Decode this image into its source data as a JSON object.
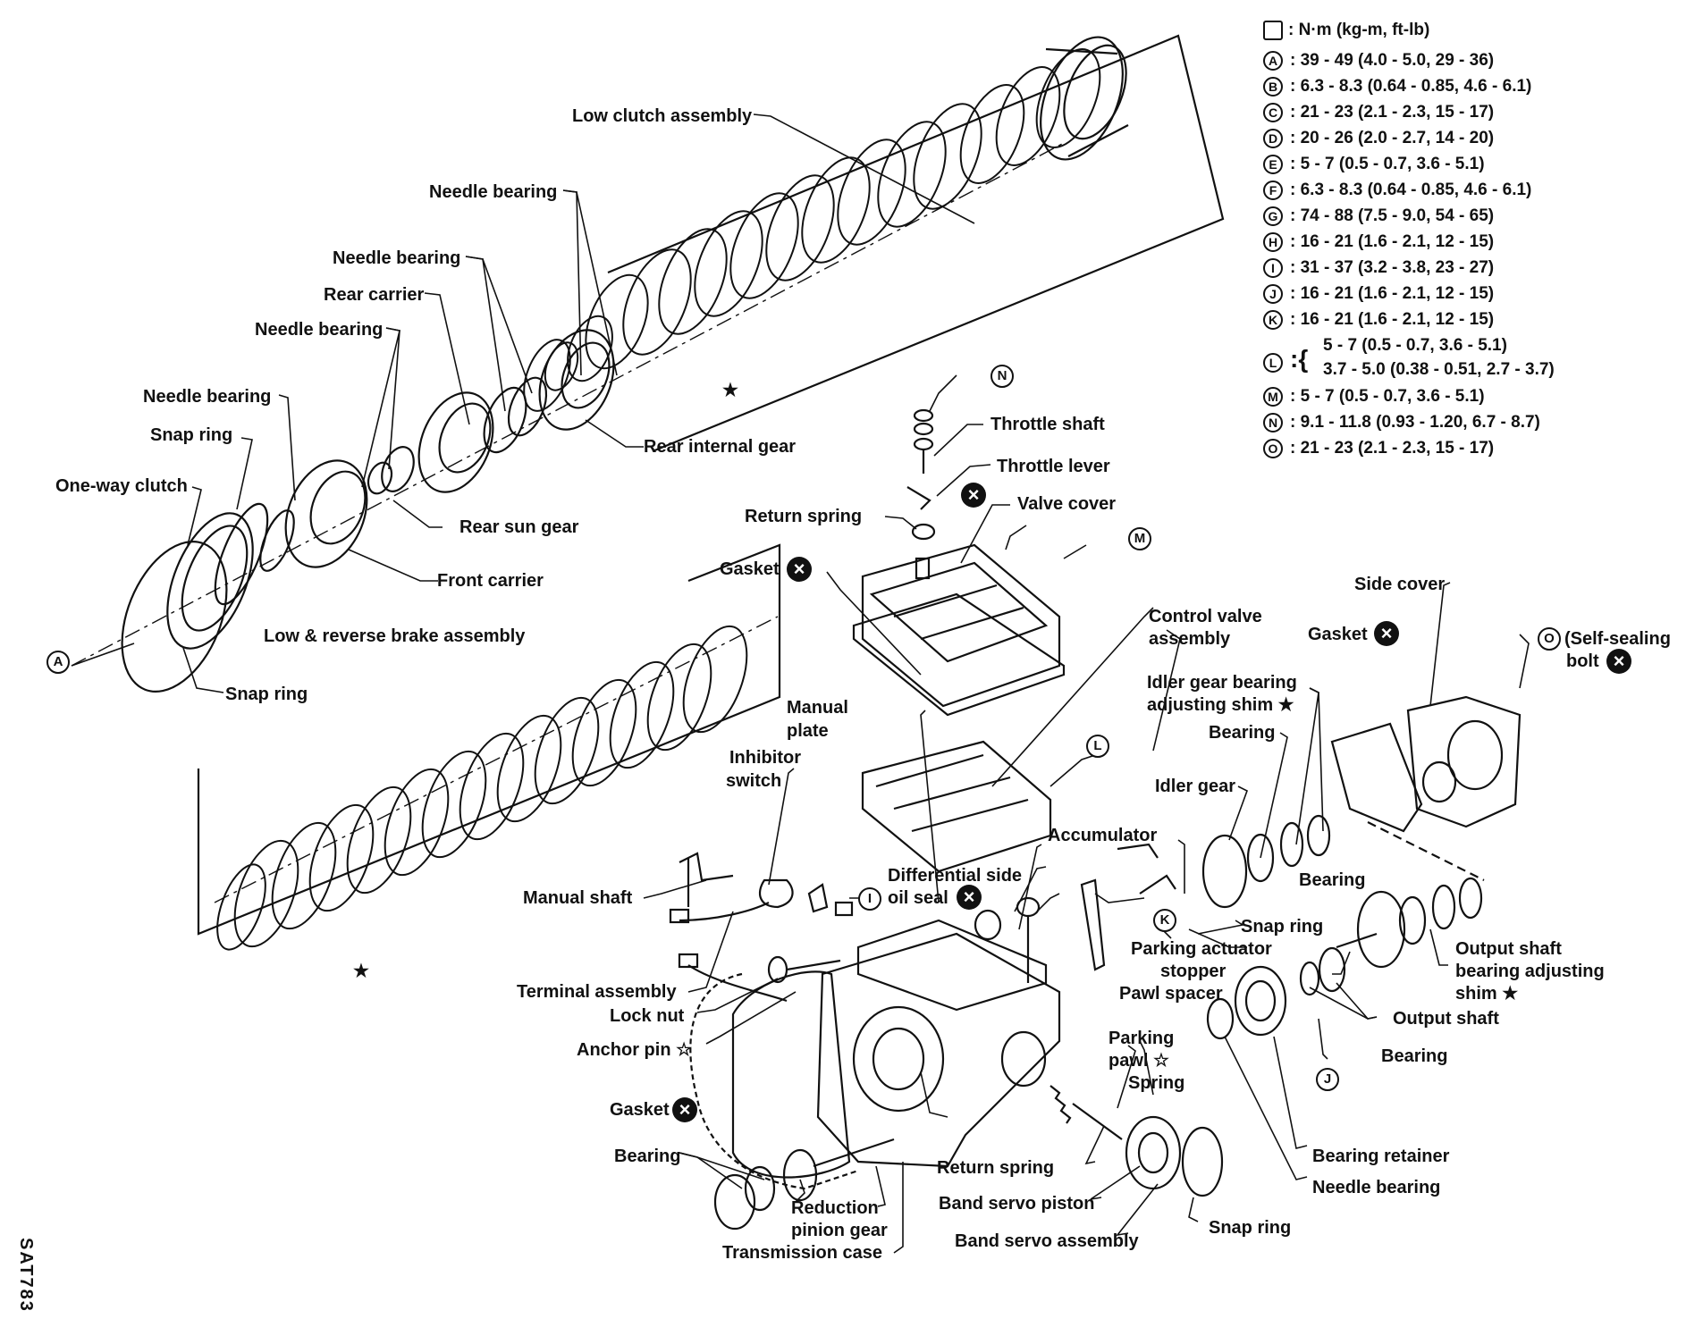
{
  "legend": {
    "unit_label": ": N·m (kg-m, ft-lb)",
    "items": [
      {
        "key": "A",
        "value": ": 39 - 49 (4.0 - 5.0, 29 - 36)"
      },
      {
        "key": "B",
        "value": ": 6.3 - 8.3 (0.64 - 0.85, 4.6 - 6.1)"
      },
      {
        "key": "C",
        "value": ": 21 - 23 (2.1 - 2.3, 15 - 17)"
      },
      {
        "key": "D",
        "value": ": 20 - 26 (2.0 - 2.7, 14 - 20)"
      },
      {
        "key": "E",
        "value": ": 5 - 7 (0.5 - 0.7, 3.6 - 5.1)"
      },
      {
        "key": "F",
        "value": ": 6.3 - 8.3 (0.64 - 0.85, 4.6 - 6.1)"
      },
      {
        "key": "G",
        "value": ": 74 - 88 (7.5 - 9.0, 54 - 65)"
      },
      {
        "key": "H",
        "value": ": 16 - 21 (1.6 - 2.1, 12 - 15)"
      },
      {
        "key": "I",
        "value": ": 31 - 37 (3.2 - 3.8, 23 - 27)"
      },
      {
        "key": "J",
        "value": ": 16 - 21 (1.6 - 2.1, 12 - 15)"
      },
      {
        "key": "K",
        "value": ": 16 - 21 (1.6 - 2.1, 12 - 15)"
      },
      {
        "key": "L",
        "value": "5 - 7 (0.5 - 0.7, 3.6 - 5.1)",
        "value2": "3.7 - 5.0 (0.38 - 0.51, 2.7 - 3.7)"
      },
      {
        "key": "M",
        "value": ": 5 - 7 (0.5 - 0.7, 3.6 - 5.1)"
      },
      {
        "key": "N",
        "value": ": 9.1 - 11.8 (0.93 - 1.20, 6.7 - 8.7)"
      },
      {
        "key": "O",
        "value": ": 21 - 23 (2.1 - 2.3, 15 - 17)"
      }
    ]
  },
  "labels": {
    "low_clutch_assembly": "Low clutch assembly",
    "needle_bearing_1": "Needle bearing",
    "needle_bearing_2": "Needle bearing",
    "rear_carrier": "Rear carrier",
    "needle_bearing_3": "Needle bearing",
    "needle_bearing_4": "Needle bearing",
    "snap_ring_1": "Snap ring",
    "one_way_clutch": "One-way clutch",
    "rear_internal_gear": "Rear internal gear",
    "rear_sun_gear": "Rear sun gear",
    "front_carrier": "Front carrier",
    "low_reverse_brake": "Low & reverse brake assembly",
    "snap_ring_2": "Snap ring",
    "throttle_shaft": "Throttle shaft",
    "throttle_lever": "Throttle lever",
    "return_spring_1": "Return spring",
    "valve_cover": "Valve cover",
    "gasket_1": "Gasket",
    "control_valve_1": "Control valve",
    "control_valve_2": "assembly",
    "side_cover": "Side cover",
    "gasket_2": "Gasket",
    "self_sealing_1": "(Self-sealing",
    "self_sealing_2": "bolt",
    "idler_shim_1": "Idler gear bearing",
    "idler_shim_2": "adjusting shim ★",
    "manual_plate_1": "Manual",
    "manual_plate_2": "plate",
    "inhibitor_1": "Inhibitor",
    "inhibitor_2": "switch",
    "bearing_1": "Bearing",
    "idler_gear": "Idler gear",
    "accumulator": "Accumulator",
    "diff_seal_1": "Differential side",
    "diff_seal_2": "oil seal",
    "bearing_2": "Bearing",
    "manual_shaft": "Manual shaft",
    "snap_ring_3": "Snap ring",
    "parking_actuator": "Parking actuator",
    "stopper": "stopper",
    "pawl_spacer": "Pawl spacer",
    "output_shim_1": "Output shaft",
    "output_shim_2": "bearing adjusting",
    "output_shim_3": "shim ★",
    "output_shaft": "Output shaft",
    "terminal_assembly": "Terminal assembly",
    "lock_nut": "Lock nut",
    "anchor_pin": "Anchor pin ☆",
    "parking_pawl_1": "Parking",
    "parking_pawl_2": "pawl ☆",
    "spring": "Spring",
    "bearing_3": "Bearing",
    "gasket_3": "Gasket",
    "bearing_4": "Bearing",
    "bearing_retainer": "Bearing retainer",
    "needle_bearing_5": "Needle bearing",
    "return_spring_2": "Return spring",
    "band_servo_piston": "Band servo piston",
    "band_servo_assembly": "Band servo assembly",
    "snap_ring_4": "Snap ring",
    "reduction_1": "Reduction",
    "reduction_2": "pinion gear",
    "transmission_case": "Transmission case"
  },
  "callouts": {
    "A": "A",
    "N": "N",
    "M": "M",
    "L": "L",
    "I": "I",
    "K": "K",
    "J": "J",
    "O": "O"
  },
  "figure_code": "SAT783",
  "stars": {
    "star": "★"
  }
}
